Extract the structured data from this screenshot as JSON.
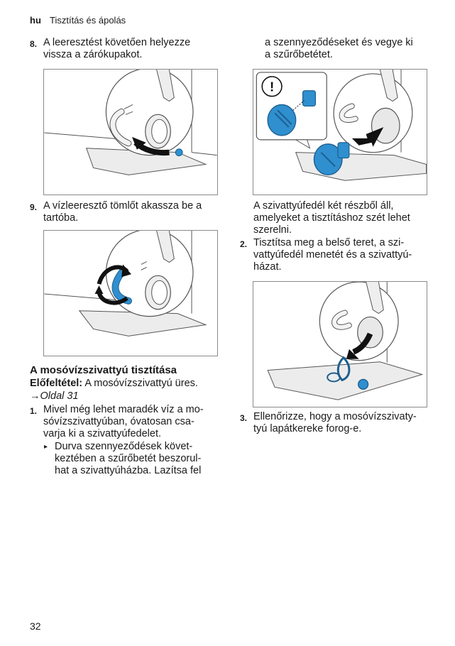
{
  "header": {
    "lang": "hu",
    "section": "Tisztítás és ápolás"
  },
  "left": {
    "step8": {
      "num": "8.",
      "lines": [
        "A leeresztést követően helyezze",
        "vissza a zárókupakot."
      ]
    },
    "step9": {
      "num": "9.",
      "lines": [
        "A vízleeresztő tömlőt akassza be a",
        "tartóba."
      ]
    },
    "section_title": "A mosóvízszivattyú tisztítása",
    "precondition": {
      "label": "Előfeltétel:",
      "text": " A mosóvízszivattyú üres."
    },
    "ref": {
      "arrow": "→",
      "text": "Oldal 31"
    },
    "step1": {
      "num": "1.",
      "lines": [
        "Mivel még lehet maradék víz a mo-",
        "sóvízszivattyúban, óvatosan csa-",
        "varja ki a szivattyúfedelet."
      ]
    },
    "bullet": {
      "mark": "▸",
      "lines": [
        "Durva szennyeződések követ-",
        "keztében a szűrőbetét beszorul-",
        "hat a szivattyúházba. Lazítsa fel"
      ]
    }
  },
  "right": {
    "cont": {
      "lines": [
        "a szennyeződéseket és vegye ki",
        "a szűrőbetétet."
      ]
    },
    "warning_symbol": "!",
    "note": {
      "lines": [
        "A szivattyúfedél két részből áll,",
        "amelyeket a tisztításhoz szét lehet",
        "szerelni."
      ]
    },
    "step2": {
      "num": "2.",
      "lines": [
        "Tisztítsa meg a belső teret, a szi-",
        "vattyúfedél menetét és a szivattyú-",
        "házat."
      ]
    },
    "step3": {
      "num": "3.",
      "lines": [
        "Ellenőrizze, hogy a mosóvízszivaty-",
        "tyú lapátkereke forog-e."
      ]
    }
  },
  "footer": {
    "page": "32"
  },
  "colors": {
    "blue": "#2f8fcf",
    "dark_blue": "#1d5f8f",
    "line": "#555555",
    "floor": "#ececec"
  }
}
